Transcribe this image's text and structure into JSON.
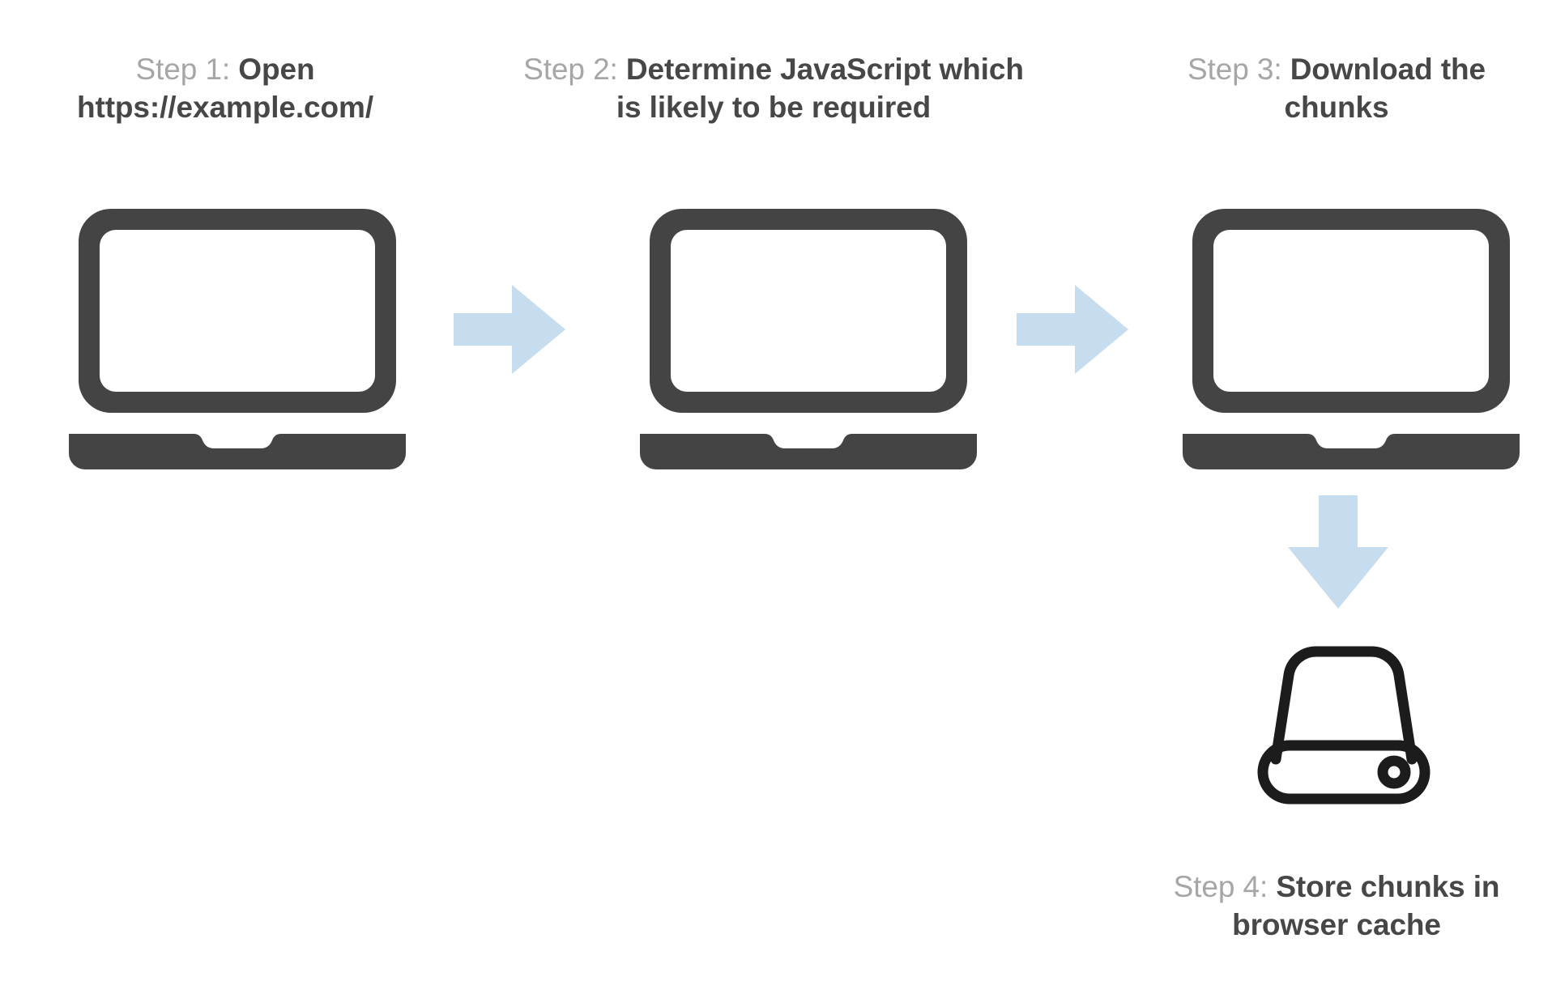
{
  "diagram": {
    "background_color": "#ffffff",
    "label_color": "#a6a6a6",
    "text_color": "#474747",
    "arrow_color": "#c6dcef",
    "laptop_icon_color": "#444444",
    "harddrive_icon_color": "#1c1c1c",
    "steps": [
      {
        "id": "step-1",
        "label": "Step 1: ",
        "text": "Open https://example.com/",
        "icon": "laptop-icon"
      },
      {
        "id": "step-2",
        "label": "Step 2: ",
        "text": "Determine JavaScript which is likely to be required",
        "icon": "laptop-icon"
      },
      {
        "id": "step-3",
        "label": "Step 3: ",
        "text": "Download the chunks",
        "icon": "laptop-icon"
      },
      {
        "id": "step-4",
        "label": "Step 4: ",
        "text": "Store chunks in browser cache",
        "icon": "hard-drive-icon"
      }
    ],
    "connectors": [
      {
        "id": "arrow-1-2",
        "direction": "right",
        "icon": "arrow-right-icon"
      },
      {
        "id": "arrow-2-3",
        "direction": "right",
        "icon": "arrow-right-icon"
      },
      {
        "id": "arrow-3-4",
        "direction": "down",
        "icon": "arrow-down-icon"
      }
    ]
  }
}
